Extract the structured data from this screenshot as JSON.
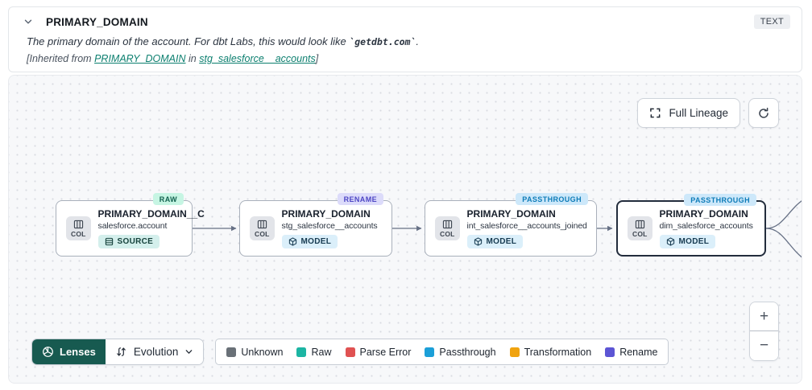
{
  "header": {
    "title": "PRIMARY_DOMAIN",
    "type_badge": "TEXT",
    "description": {
      "prefix": "The primary domain of the account. For dbt Labs, this would look like ",
      "code": "`getdbt.com`",
      "suffix": "."
    },
    "inherited": {
      "prefix": "[Inherited from ",
      "column_link": "PRIMARY_DOMAIN",
      "connector": " in ",
      "model_link": "stg_salesforce__accounts",
      "suffix": "]"
    }
  },
  "toolbar": {
    "full_lineage": "Full Lineage"
  },
  "graph": {
    "col_chip": "COL",
    "nodes": [
      {
        "badge": "RAW",
        "badge_bg": "#c6f5e3",
        "badge_color": "#11604e",
        "title": "PRIMARY_DOMAIN__C",
        "subtitle": "salesforce.account",
        "tag": "SOURCE",
        "tag_icon": "database-icon",
        "tag_bg": "#d4efec",
        "tag_color": "#16423c",
        "selected": false
      },
      {
        "badge": "RENAME",
        "badge_bg": "#dcdbfa",
        "badge_color": "#4d46c4",
        "title": "PRIMARY_DOMAIN",
        "subtitle": "stg_salesforce__accounts",
        "tag": "MODEL",
        "tag_icon": "cube-icon",
        "tag_bg": "#dbeffa",
        "tag_color": "#163a50",
        "selected": false
      },
      {
        "badge": "PASSTHROUGH",
        "badge_bg": "#cde8fa",
        "badge_color": "#0e7cb8",
        "title": "PRIMARY_DOMAIN",
        "subtitle": "int_salesforce__accounts_joined",
        "tag": "MODEL",
        "tag_icon": "cube-icon",
        "tag_bg": "#dbeffa",
        "tag_color": "#163a50",
        "selected": false
      },
      {
        "badge": "PASSTHROUGH",
        "badge_bg": "#cde8fa",
        "badge_color": "#0e7cb8",
        "title": "PRIMARY_DOMAIN",
        "subtitle": "dim_salesforce_accounts",
        "tag": "MODEL",
        "tag_icon": "cube-icon",
        "tag_bg": "#dbeffa",
        "tag_color": "#163a50",
        "selected": true
      }
    ]
  },
  "controls": {
    "zoom_in": "+",
    "zoom_out": "−"
  },
  "lenses": {
    "button": "Lenses",
    "button_bg": "#175a50",
    "selected": "Evolution"
  },
  "legend": {
    "items": [
      {
        "label": "Unknown",
        "color": "#697077"
      },
      {
        "label": "Raw",
        "color": "#1cb5a3"
      },
      {
        "label": "Parse Error",
        "color": "#e05252"
      },
      {
        "label": "Passthrough",
        "color": "#1b9fd8"
      },
      {
        "label": "Transformation",
        "color": "#f0a30f"
      },
      {
        "label": "Rename",
        "color": "#5c55d4"
      }
    ]
  }
}
